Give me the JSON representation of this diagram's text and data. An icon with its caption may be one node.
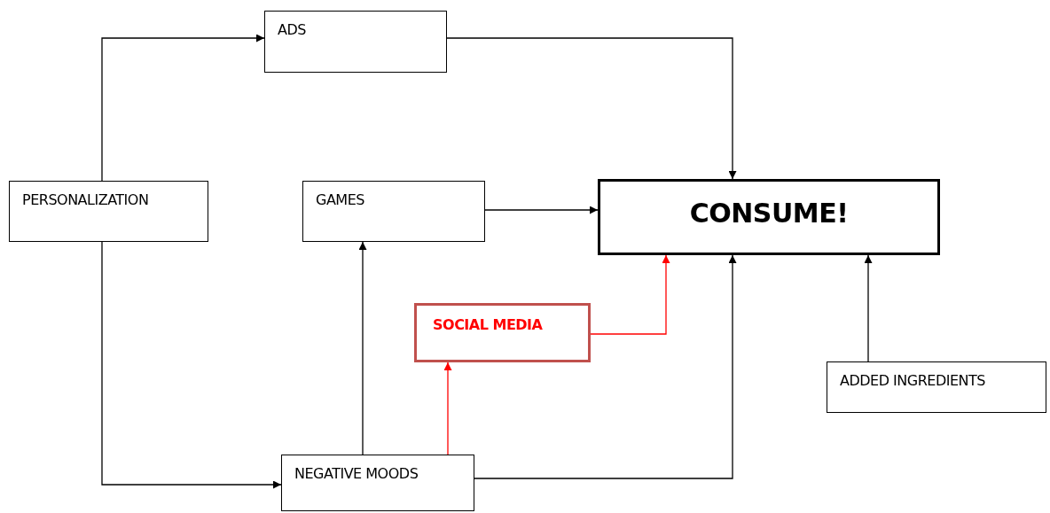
{
  "diagram": {
    "nodes": [
      {
        "text": [
          "ADS"
        ]
      },
      {
        "text": [
          "PERSONALIZATION"
        ]
      },
      {
        "text": [
          "GAMES"
        ]
      },
      {
        "text": [
          "CONSUME!"
        ]
      },
      {
        "text": [
          "SOCIAL MEDIA"
        ]
      },
      {
        "text": [
          "ADDED INGREDIENTS"
        ]
      },
      {
        "text": [
          "NEGATIVE MOODS"
        ]
      }
    ],
    "edges": [
      {
        "from": 1,
        "to": 0,
        "arrow": "to"
      },
      {
        "from": 0,
        "to": 3,
        "arrow": "to"
      },
      {
        "from": 1,
        "to": 6,
        "arrow": "to"
      },
      {
        "from": 2,
        "to": 3,
        "arrow": "to"
      },
      {
        "from": 6,
        "to": 2,
        "arrow": "to"
      },
      {
        "from": 6,
        "to": 4,
        "arrow": "to",
        "color": "#ff0000"
      },
      {
        "from": 4,
        "to": 3,
        "arrow": "to",
        "color": "#ff0000"
      },
      {
        "from": 6,
        "to": 3,
        "arrow": "to"
      },
      {
        "from": 5,
        "to": 3,
        "arrow": "to"
      }
    ]
  }
}
